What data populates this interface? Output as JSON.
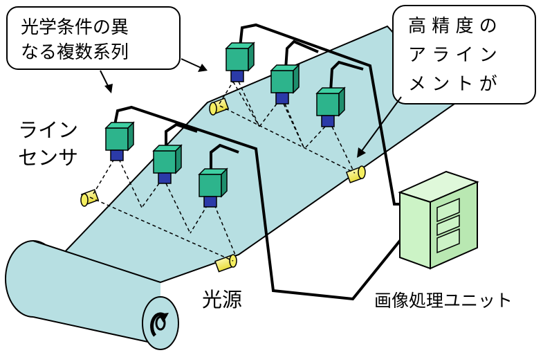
{
  "callouts": {
    "series": {
      "lines": [
        "光学条件の異",
        "なる複数系列"
      ]
    },
    "alignment": {
      "lines": [
        "高 精 度 の",
        "ア ラ イ ン",
        "メ ン ト が"
      ]
    }
  },
  "labels": {
    "line_sensor": [
      "ライン",
      "センサ"
    ],
    "light_source": "光源",
    "processing_unit": "画像処理ユニット"
  },
  "colors": {
    "belt": "#b7dfe2",
    "camera_body": "#2db48c",
    "camera_lens": "#2b3aa8",
    "light": "#f4ee60",
    "unit": "#ccf3c6",
    "stroke": "#000000"
  }
}
